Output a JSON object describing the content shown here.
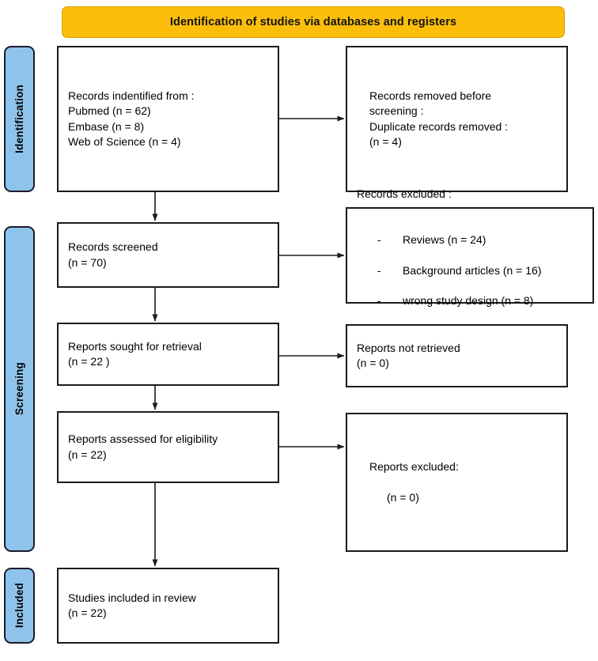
{
  "banner": {
    "title": "Identification of studies via databases and registers"
  },
  "phases": [
    {
      "id": "identification",
      "label": "Identification"
    },
    {
      "id": "screening",
      "label": "Screening"
    },
    {
      "id": "included",
      "label": "Included"
    }
  ],
  "boxes": {
    "identified": {
      "text": "Records indentified from :\nPubmed (n = 62)\nEmbase (n = 8)\nWeb of Science (n = 4)"
    },
    "removed": {
      "text": "Records removed before\nscreening :\nDuplicate records removed :\n(n = 4)"
    },
    "screened": {
      "text": "Records screened\n(n = 70)"
    },
    "excluded": {
      "title": "Records excluded :",
      "reasons": [
        "Reviews (n = 24)",
        "Background articles (n = 16)",
        "wrong study design (n = 8)"
      ]
    },
    "sought": {
      "text": "Reports sought for retrieval\n(n = 22 )"
    },
    "not_retrieved": {
      "text": "Reports not retrieved\n(n = 0)"
    },
    "assessed": {
      "text": "Reports assessed for eligibility\n(n = 22)"
    },
    "reports_excluded": {
      "title": "Reports excluded:",
      "count": "(n = 0)"
    },
    "included": {
      "text": "Studies included in review\n(n = 22)"
    }
  },
  "colors": {
    "banner_fill": "#FBBE0B",
    "banner_stroke": "#D79F08",
    "phase_fill": "#8EC4EB",
    "phase_stroke": "#1B1B2B",
    "box_stroke": "#1B1B1B",
    "arrow": "#2B2B2B",
    "background": "#FFFFFF"
  }
}
